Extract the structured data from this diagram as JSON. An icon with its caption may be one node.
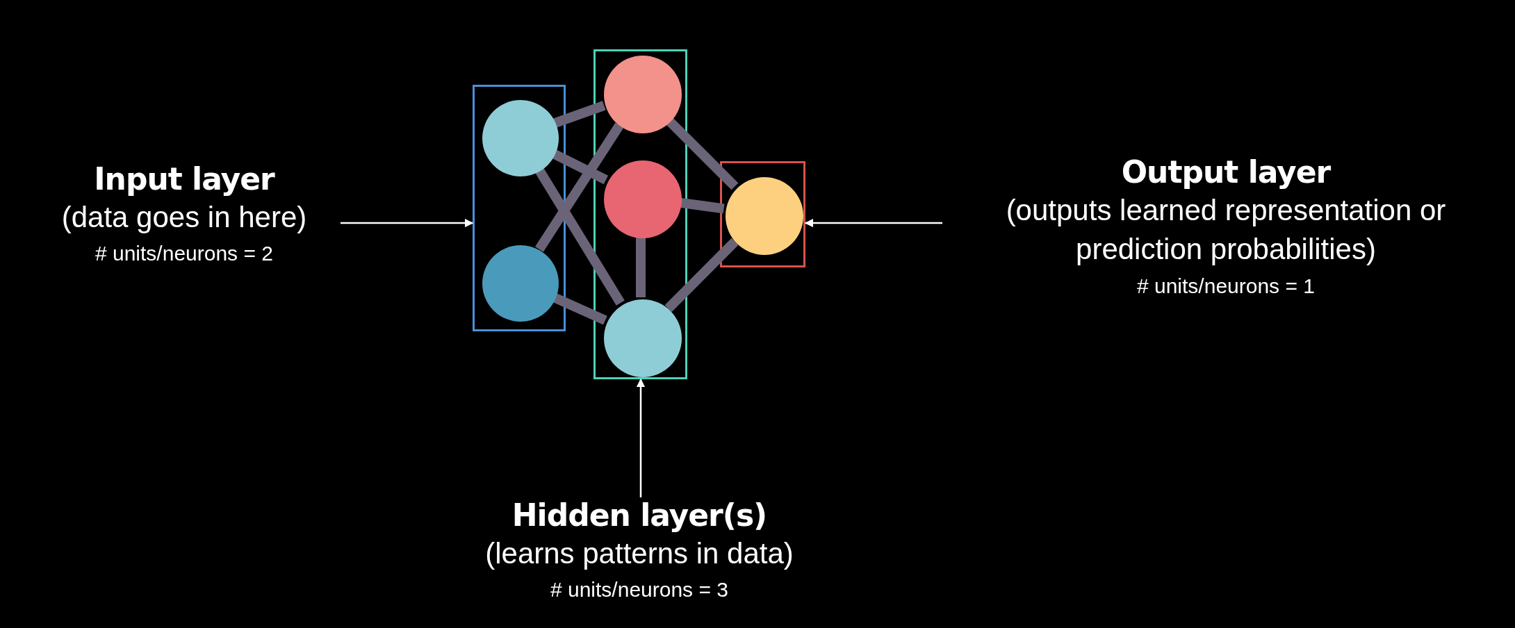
{
  "diagram": {
    "nodes": [
      {
        "text": [
          "Input layer",
          "(data goes in here)",
          "# units/neurons = 2"
        ]
      },
      {
        "text": [],
        "shape": "box"
      },
      {
        "text": [],
        "shape": "circle",
        "in": 1
      },
      {
        "text": [],
        "shape": "circle",
        "in": 1
      },
      {
        "text": [],
        "shape": "box"
      },
      {
        "text": [],
        "shape": "circle",
        "in": 4
      },
      {
        "text": [],
        "shape": "circle",
        "in": 4
      },
      {
        "text": [],
        "shape": "circle",
        "in": 4
      },
      {
        "text": [],
        "shape": "box"
      },
      {
        "text": [],
        "shape": "circle",
        "in": 8
      },
      {
        "text": [
          "Output layer",
          "(outputs learned representation or prediction probabilities)",
          "# units/neurons = 1"
        ]
      },
      {
        "text": [
          "Hidden layer(s)",
          "(learns patterns in data)",
          "# units/neurons = 3"
        ]
      }
    ],
    "edges": [
      {
        "from": 0,
        "to": 1,
        "arrow": "to",
        "color": "#ffffff"
      },
      {
        "from": 2,
        "to": 5,
        "arrow": "none"
      },
      {
        "from": 2,
        "to": 6,
        "arrow": "none"
      },
      {
        "from": 2,
        "to": 7,
        "arrow": "none"
      },
      {
        "from": 3,
        "to": 5,
        "arrow": "none"
      },
      {
        "from": 3,
        "to": 7,
        "arrow": "none"
      },
      {
        "from": 5,
        "to": 9,
        "arrow": "none"
      },
      {
        "from": 6,
        "to": 9,
        "arrow": "none"
      },
      {
        "from": 7,
        "to": 9,
        "arrow": "none"
      },
      {
        "from": 6,
        "to": 7,
        "arrow": "none"
      },
      {
        "from": 10,
        "to": 8,
        "arrow": "to",
        "color": "#ffffff"
      },
      {
        "from": 11,
        "to": 4,
        "arrow": "to",
        "color": "#ffffff"
      }
    ]
  }
}
